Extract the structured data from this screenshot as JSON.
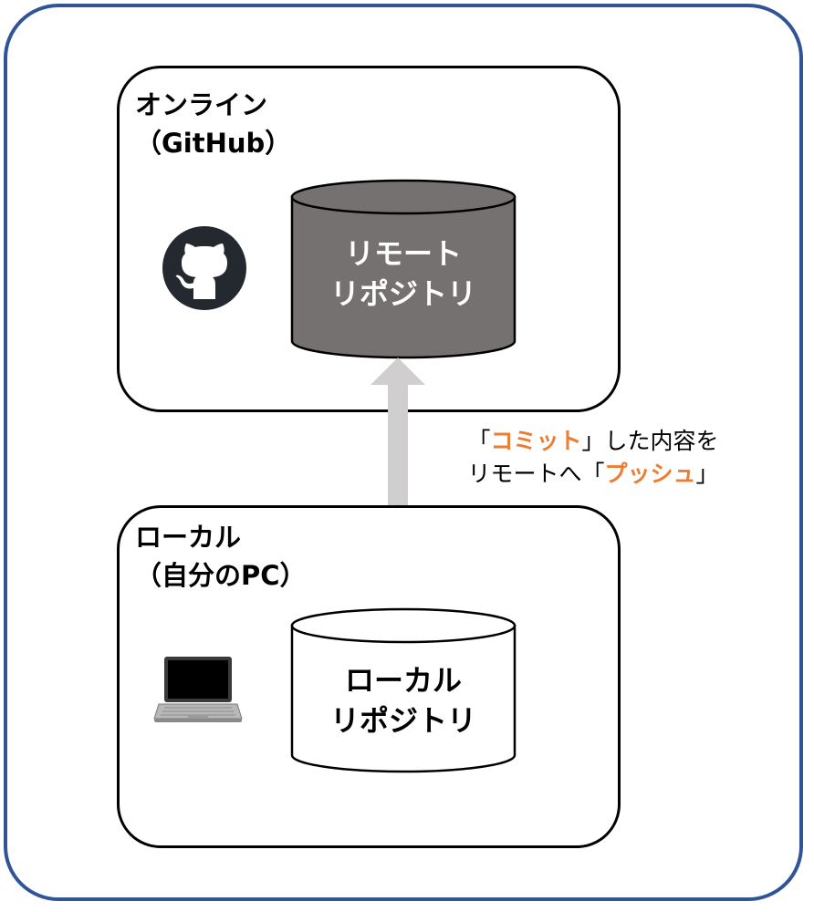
{
  "online": {
    "title_line1": "オンライン",
    "title_line2": "（GitHub）",
    "icon": "github-icon",
    "repo_line1": "リモート",
    "repo_line2": "リポジトリ"
  },
  "local": {
    "title_line1": "ローカル",
    "title_line2": "（自分のPC）",
    "icon": "laptop-icon",
    "repo_line1": "ローカル",
    "repo_line2": "リポジトリ"
  },
  "caption": {
    "line1_open": "「",
    "line1_highlight": "コミット",
    "line1_rest": "」した内容を",
    "line2_lead": "リモートへ「",
    "line2_highlight": "プッシュ",
    "line2_close": "」"
  },
  "colors": {
    "frame_border": "#2f5597",
    "remote_repo_fill": "#767171",
    "arrow_fill": "#d0cece",
    "highlight": "#ed7d31"
  }
}
